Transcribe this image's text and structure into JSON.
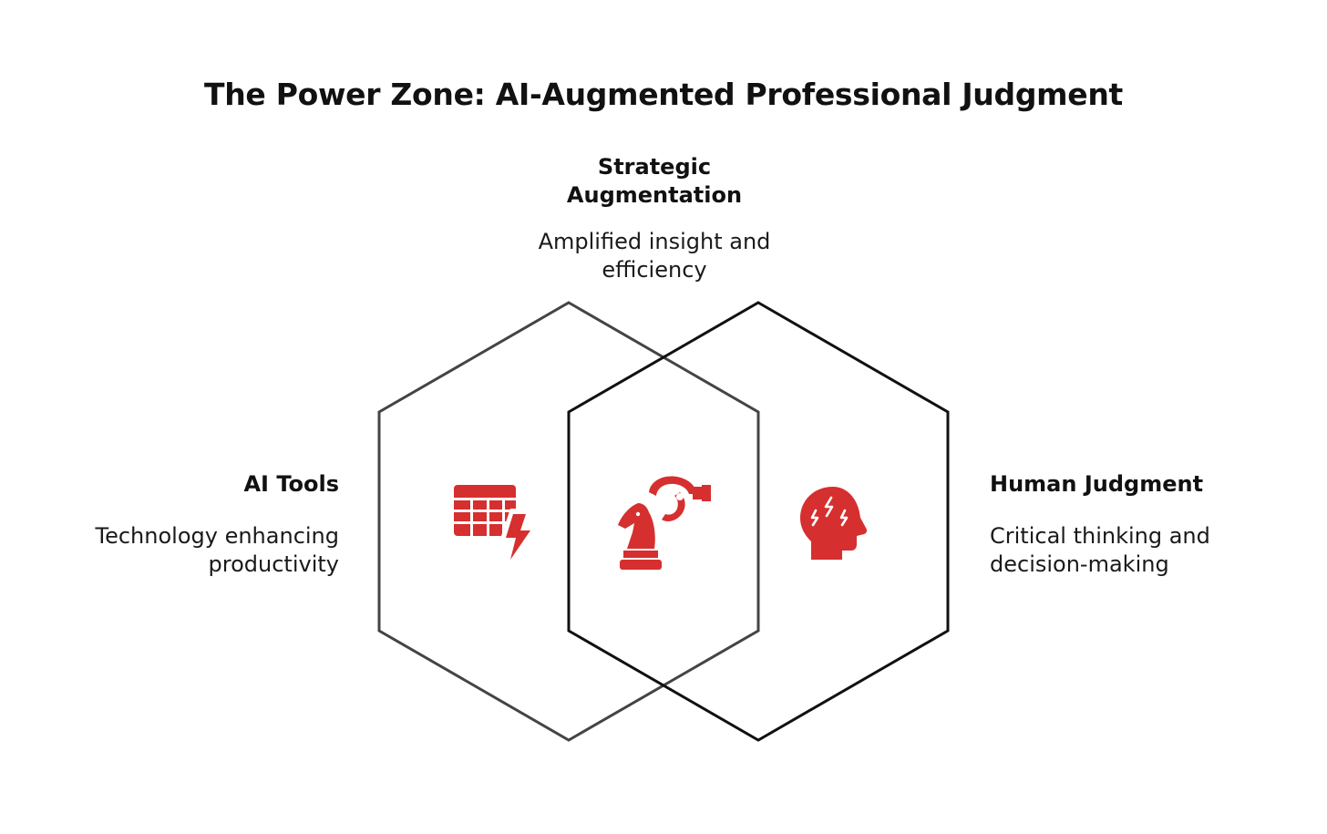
{
  "title": "The Power Zone: AI-Augmented Professional Judgment",
  "colors": {
    "accent": "#d62f2f",
    "left_hexagon_stroke": "#444444",
    "right_hexagon_stroke": "#111111"
  },
  "top": {
    "title_line1": "Strategic",
    "title_line2": "Augmentation",
    "desc_line1": "Amplified insight and",
    "desc_line2": "efficiency",
    "icon": "robot-arm-chess-knight-icon"
  },
  "left": {
    "title": "AI Tools",
    "desc_line1": "Technology enhancing",
    "desc_line2": "productivity",
    "icon": "table-lightning-icon"
  },
  "right": {
    "title": "Human Judgment",
    "desc_line1": "Critical thinking and",
    "desc_line2": "decision-making",
    "icon": "head-brain-storm-icon"
  }
}
